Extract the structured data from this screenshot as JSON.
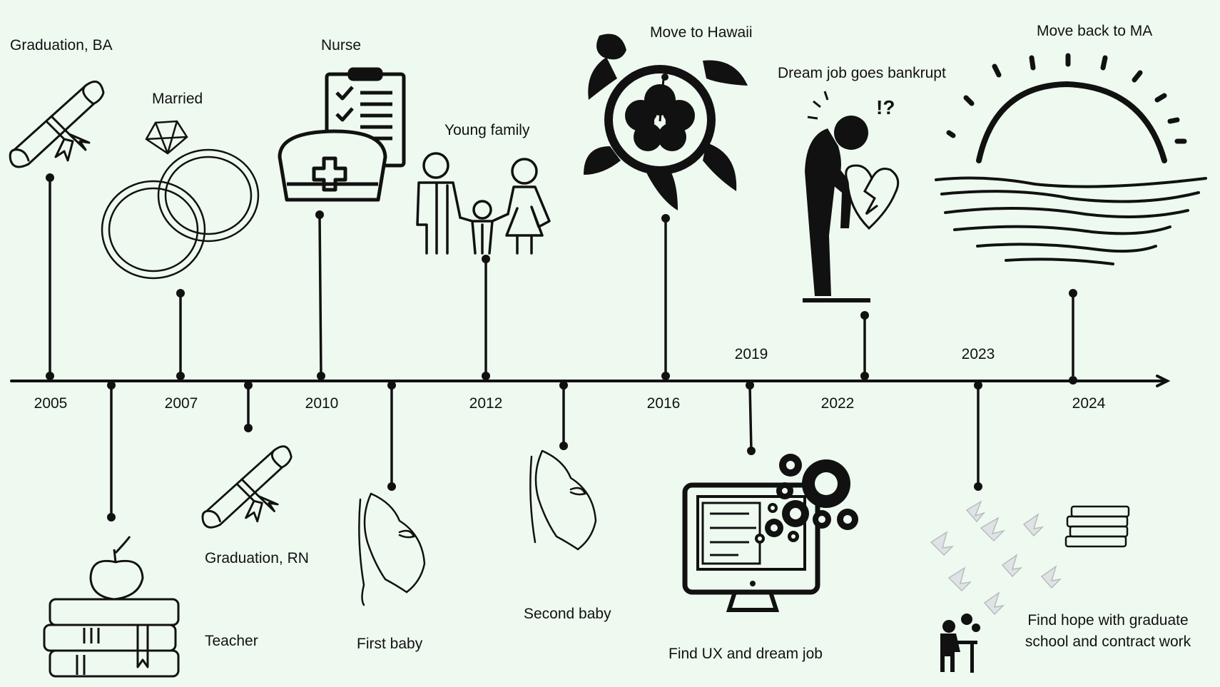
{
  "colors": {
    "background": "#eefaef",
    "ink": "#111111",
    "dove": "#bfc3c6"
  },
  "icons": {
    "graduation_ba": "diploma-scroll-icon",
    "married": "wedding-rings-icon",
    "nurse": "nurse-cap-clipboard-icon",
    "young_family": "family-icon",
    "move_hawaii": "sea-turtle-hibiscus-icon",
    "bankrupt": "heartbroken-person-icon",
    "move_ma": "sunset-over-water-icon",
    "teacher": "apple-on-books-icon",
    "graduation_rn": "diploma-scroll-icon",
    "first_baby": "pregnant-silhouette-icon",
    "second_baby": "pregnant-silhouette-icon",
    "ux_job": "computer-with-gears-icon",
    "hope": "doves-books-student-icon"
  },
  "years": {
    "y2005": "2005",
    "y2007": "2007",
    "y2010": "2010",
    "y2012": "2012",
    "y2016": "2016",
    "y2019": "2019",
    "y2022": "2022",
    "y2023": "2023",
    "y2024": "2024"
  },
  "events": {
    "graduation_ba": "Graduation, BA",
    "married": "Married",
    "nurse": "Nurse",
    "young_family": "Young family",
    "move_hawaii": "Move to Hawaii",
    "bankrupt": "Dream job goes bankrupt",
    "move_ma": "Move back to MA",
    "teacher": "Teacher",
    "graduation_rn": "Graduation, RN",
    "first_baby": "First baby",
    "second_baby": "Second baby",
    "ux_job": "Find UX and dream job",
    "hope_line1": "Find hope with graduate",
    "hope_line2": "school and contract work"
  }
}
